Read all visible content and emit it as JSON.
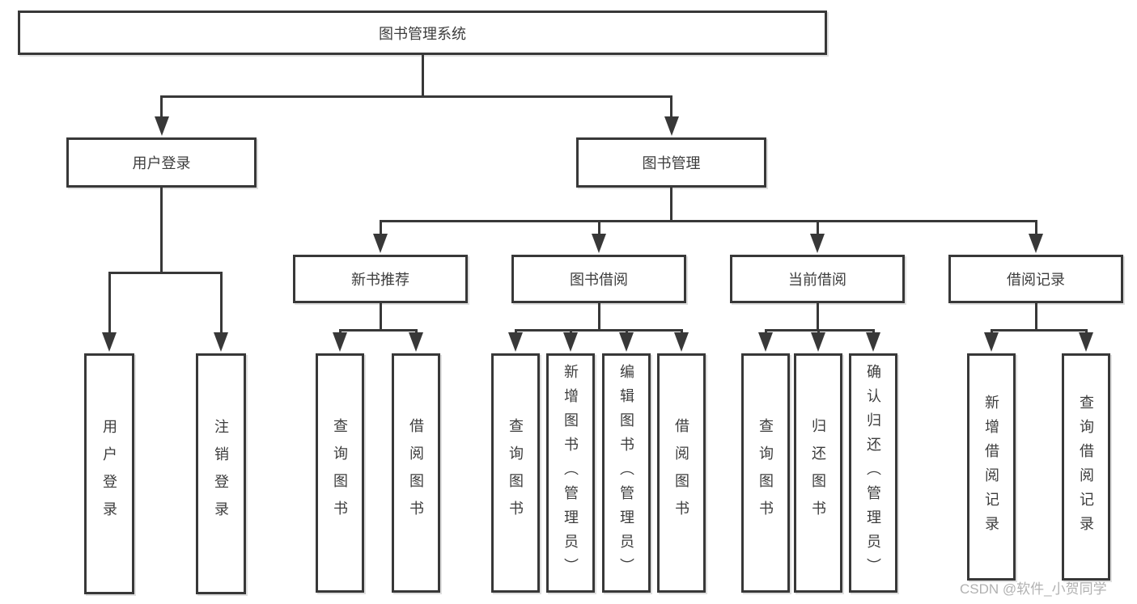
{
  "colors": {
    "line": "#383838",
    "text": "#3d3d3d",
    "background": "#ffffff",
    "watermark": "#9e9e9e"
  },
  "watermark": {
    "text": "CSDN @软件_小贺同学"
  },
  "tree": {
    "root": {
      "label": "图书管理系统"
    },
    "branches": [
      {
        "label": "用户登录",
        "leaves": [
          {
            "label": "用户登录"
          },
          {
            "label": "注销登录"
          }
        ]
      },
      {
        "label": "图书管理",
        "groups": [
          {
            "label": "新书推荐",
            "leaves": [
              {
                "label": "查询图书"
              },
              {
                "label": "借阅图书"
              }
            ]
          },
          {
            "label": "图书借阅",
            "leaves": [
              {
                "label": "查询图书"
              },
              {
                "label": "新增图书（管理员）"
              },
              {
                "label": "编辑图书（管理员）"
              },
              {
                "label": "借阅图书"
              }
            ]
          },
          {
            "label": "当前借阅",
            "leaves": [
              {
                "label": "查询图书"
              },
              {
                "label": "归还图书"
              },
              {
                "label": "确认归还（管理员）"
              }
            ]
          },
          {
            "label": "借阅记录",
            "leaves": [
              {
                "label": "新增借阅记录"
              },
              {
                "label": "查询借阅记录"
              }
            ]
          }
        ]
      }
    ]
  }
}
